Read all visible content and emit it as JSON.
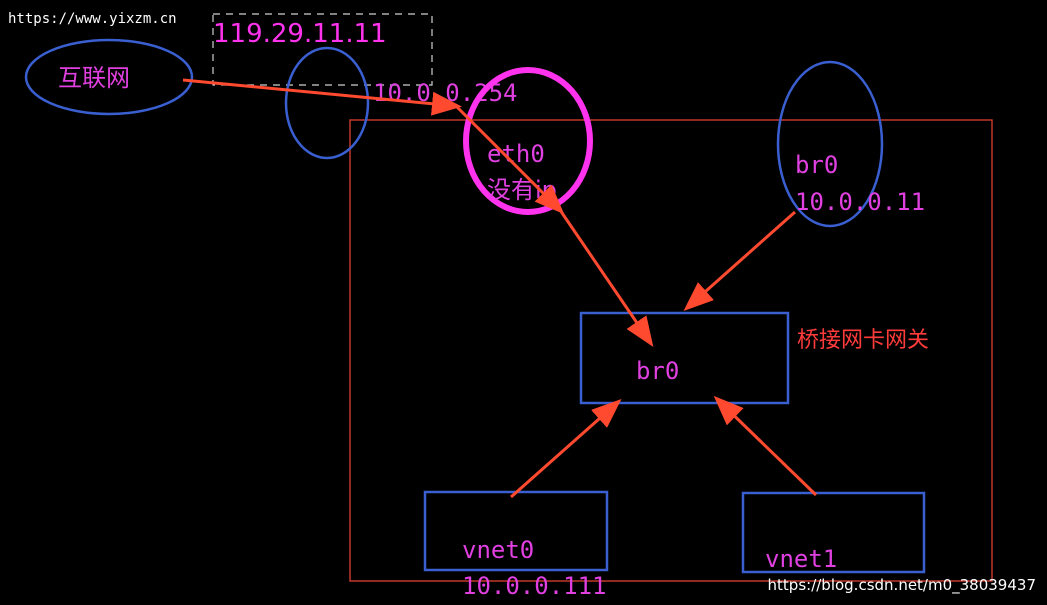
{
  "watermark_top": "https://www.yixzm.cn",
  "watermark_bottom": "https://blog.csdn.net/m0_38039437",
  "internet_label": "互联网",
  "public_ip": "119.29.11.11",
  "gateway_ip": "10.0.0.254",
  "eth0": {
    "name": "eth0",
    "note": "没有ip"
  },
  "host_br0": {
    "name": "br0",
    "ip": "10.0.0.11"
  },
  "bridge": {
    "name": "br0",
    "caption": "桥接网卡网关"
  },
  "vnet0": {
    "name": "vnet0",
    "ip": "10.0.0.111"
  },
  "vnet1": {
    "name": "vnet1"
  },
  "colors": {
    "background": "#000000",
    "text_magenta": "#e040e0",
    "blue_outline": "#3a5fd0",
    "red_arrow": "#ff4a30",
    "red_frame": "#c0392b",
    "magenta_circle": "#ff33ee",
    "caption_red": "#ff3b3b",
    "dashed_box": "#cfcfcf"
  }
}
